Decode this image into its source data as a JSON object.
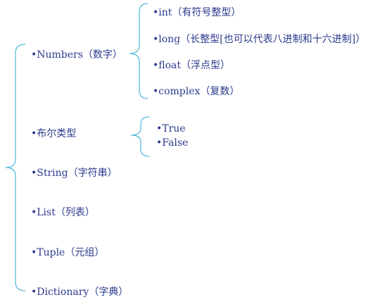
{
  "colors": {
    "bracket": "#4db8d8",
    "text": "#2b3a8c"
  },
  "tree": {
    "items": [
      {
        "label": "•Numbers（数字）",
        "children": [
          "•int（有符号整型）",
          "•long（长整型[也可以代表八进制和十六进制]）",
          "•float（浮点型）",
          "•complex（复数）"
        ]
      },
      {
        "label": "•布尔类型",
        "children": [
          "•True",
          "•False"
        ]
      },
      {
        "label": "•String（字符串）"
      },
      {
        "label": "•List（列表）"
      },
      {
        "label": "•Tuple（元组）"
      },
      {
        "label": "•Dictionary（字典）"
      }
    ]
  }
}
